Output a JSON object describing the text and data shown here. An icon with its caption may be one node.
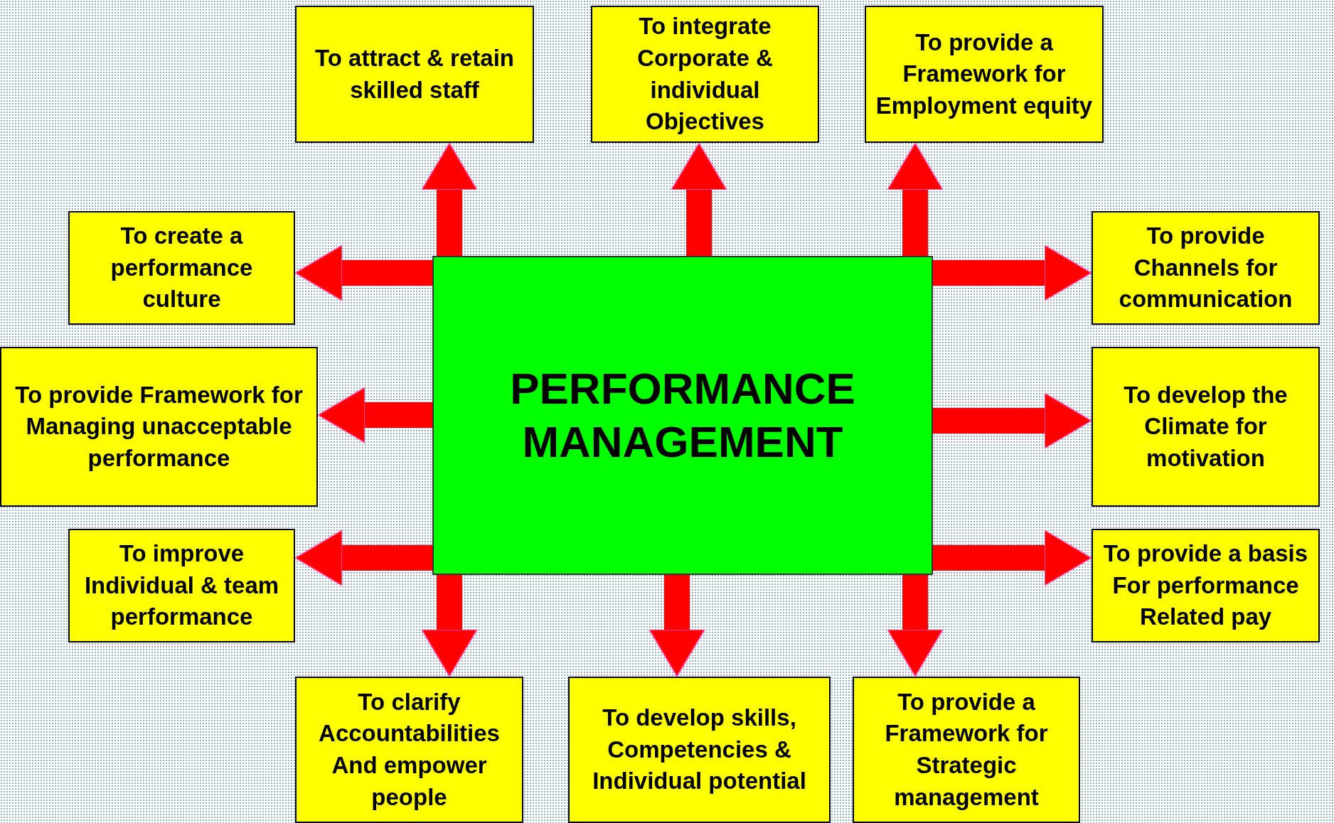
{
  "diagram": {
    "nodes": [
      {
        "text": [
          "PERFORMANCE MANAGEMENT"
        ]
      },
      {
        "text": [
          "To attract & retain skilled staff"
        ]
      },
      {
        "text": [
          "To integrate Corporate & individual Objectives"
        ]
      },
      {
        "text": [
          "To provide a Framework for Employment equity"
        ]
      },
      {
        "text": [
          "To create a performance culture"
        ]
      },
      {
        "text": [
          "To provide Channels for communication"
        ]
      },
      {
        "text": [
          "To provide Framework for Managing unacceptable performance"
        ]
      },
      {
        "text": [
          "To develop the Climate for motivation"
        ]
      },
      {
        "text": [
          "To improve Individual & team performance"
        ]
      },
      {
        "text": [
          "To provide a basis For performance Related pay"
        ]
      },
      {
        "text": [
          "To clarify Accountabilities And empower people"
        ]
      },
      {
        "text": [
          "To develop skills, Competencies & Individual potential"
        ]
      },
      {
        "text": [
          "To provide a Framework for Strategic management"
        ]
      }
    ],
    "edges": [
      {
        "from": 0,
        "to": 1,
        "arrow": "to"
      },
      {
        "from": 0,
        "to": 2,
        "arrow": "to"
      },
      {
        "from": 0,
        "to": 3,
        "arrow": "to"
      },
      {
        "from": 0,
        "to": 4,
        "arrow": "to"
      },
      {
        "from": 0,
        "to": 5,
        "arrow": "to"
      },
      {
        "from": 0,
        "to": 6,
        "arrow": "to"
      },
      {
        "from": 0,
        "to": 7,
        "arrow": "to"
      },
      {
        "from": 0,
        "to": 8,
        "arrow": "to"
      },
      {
        "from": 0,
        "to": 9,
        "arrow": "to"
      },
      {
        "from": 0,
        "to": 10,
        "arrow": "to"
      },
      {
        "from": 0,
        "to": 11,
        "arrow": "to"
      },
      {
        "from": 0,
        "to": 12,
        "arrow": "to"
      }
    ]
  }
}
